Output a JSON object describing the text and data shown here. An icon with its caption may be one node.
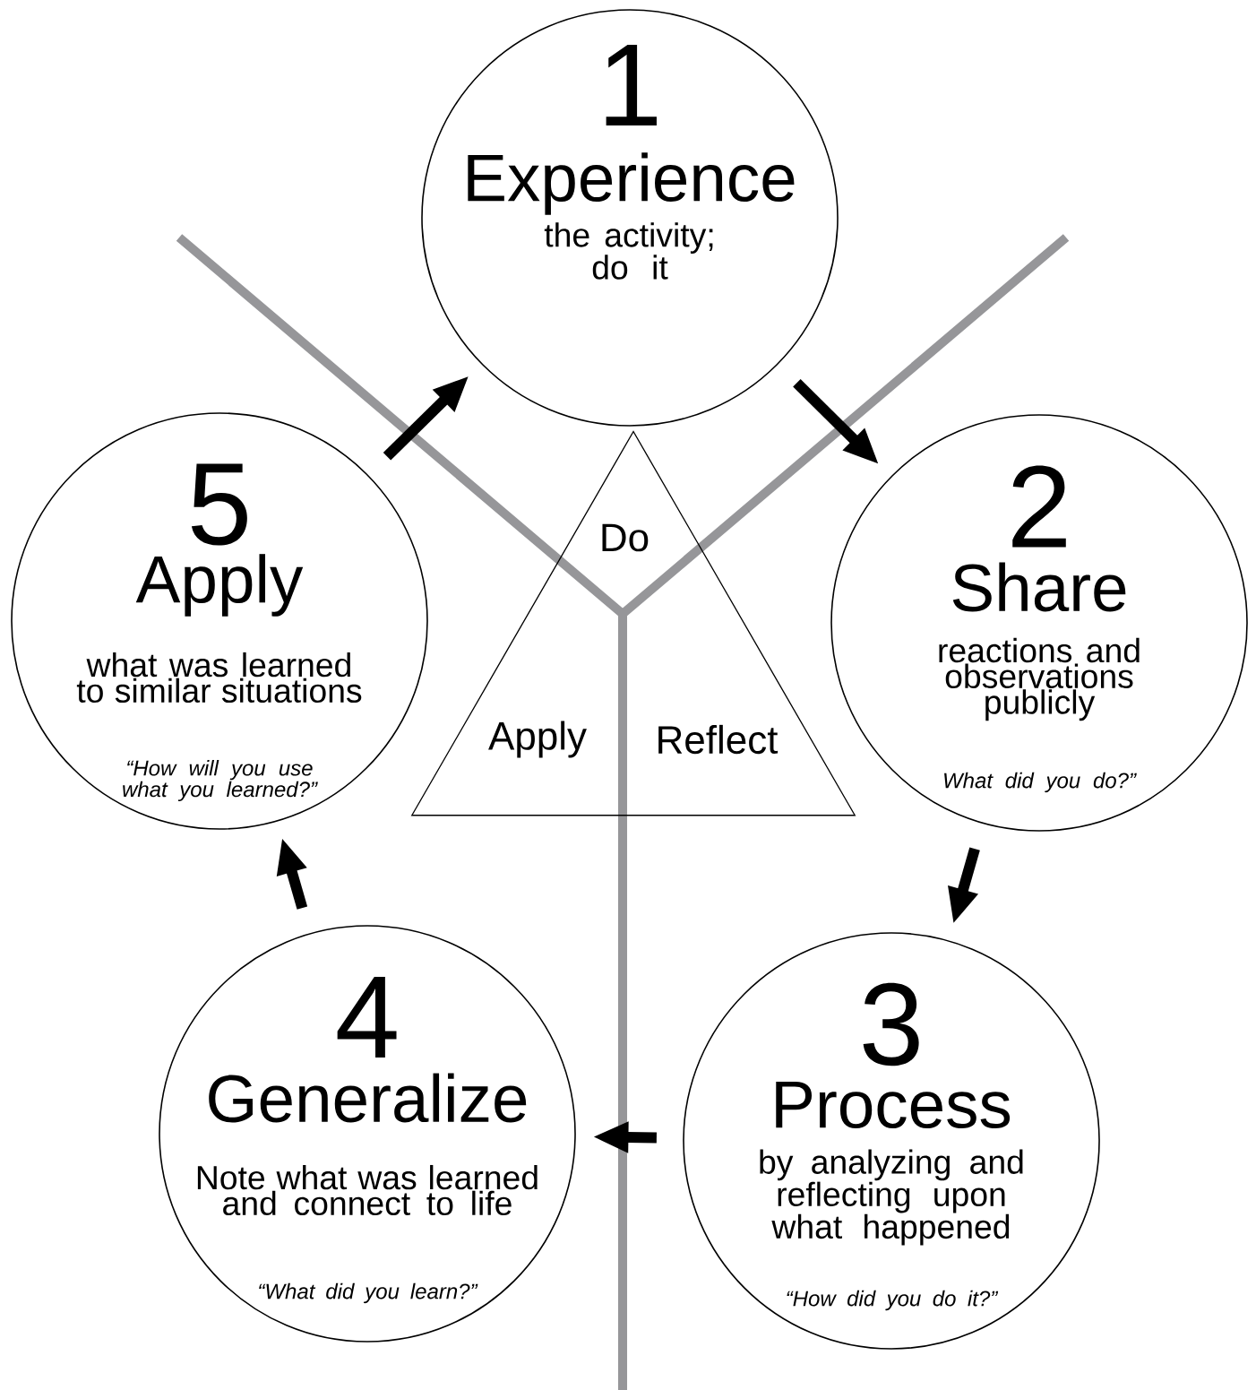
{
  "diagram": {
    "nodes": [
      {
        "text": [
          "1",
          "Experience",
          "the activity; do it"
        ]
      },
      {
        "text": [
          "2",
          "Share",
          "reactions and observations publicly",
          "What did you do?”"
        ]
      },
      {
        "text": [
          "3",
          "Process",
          "by analyzing and reflecting upon what happened",
          "“How did you do it?”"
        ]
      },
      {
        "text": [
          "4",
          "Generalize",
          "Note what was learned and connect to life",
          "“What did you learn?”"
        ]
      },
      {
        "text": [
          "5",
          "Apply",
          "what was learned to similar situations",
          "“How will you use what you learned?”"
        ]
      },
      {
        "text": [
          "Do",
          "Apply",
          "Reflect"
        ]
      }
    ],
    "edges": [
      {
        "from": 0,
        "to": 1,
        "arrow": "to"
      },
      {
        "from": 1,
        "to": 2,
        "arrow": "to"
      },
      {
        "from": 2,
        "to": 3,
        "arrow": "to"
      },
      {
        "from": 3,
        "to": 4,
        "arrow": "to"
      },
      {
        "from": 4,
        "to": 0,
        "arrow": "to"
      }
    ]
  }
}
